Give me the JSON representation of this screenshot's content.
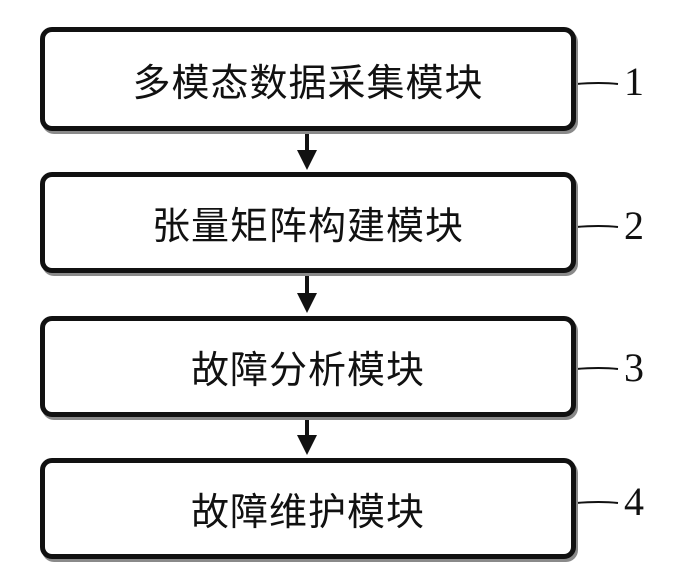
{
  "modules": [
    {
      "label": "多模态数据采集模块",
      "ref": "1"
    },
    {
      "label": "张量矩阵构建模块",
      "ref": "2"
    },
    {
      "label": "故障分析模块",
      "ref": "3"
    },
    {
      "label": "故障维护模块",
      "ref": "4"
    }
  ],
  "colors": {
    "stroke": "#111111",
    "shadow": "#8a8a8a",
    "background": "#ffffff"
  }
}
